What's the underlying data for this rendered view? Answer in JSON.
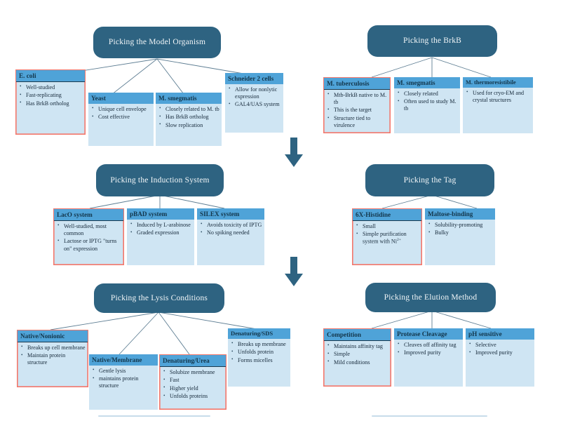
{
  "document": {
    "type": "decision-flowchart",
    "background_color": "#ffffff",
    "palette": {
      "title_pill": "#2E6381",
      "card_header": "#4FA3D8",
      "card_body": "#CFE5F3",
      "highlight_border": "#F4776B",
      "connector_line": "#5E7E93",
      "arrow": "#2E6381"
    }
  },
  "sections": [
    {
      "id": "model-organism",
      "title": "Picking the Model Organism",
      "cards": [
        {
          "header": "E. coli",
          "highlighted": true,
          "bullets": [
            "Well-studied",
            "Fast-replicating",
            "Has BrkB ortholog"
          ]
        },
        {
          "header": "Yeast",
          "highlighted": false,
          "bullets": [
            "Unique cell envelope",
            "Cost effective"
          ]
        },
        {
          "header": "M. smegmatis",
          "highlighted": false,
          "bullets": [
            "Closely related to M. tb",
            "Has BrkB ortholog",
            "Slow replication"
          ]
        },
        {
          "header": "Schneider 2 cells",
          "highlighted": false,
          "bullets": [
            "Allow for nonlytic expression",
            "GAL4/UAS system"
          ]
        }
      ]
    },
    {
      "id": "brkb",
      "title": "Picking the BrkB",
      "cards": [
        {
          "header": "M. tuberculosis",
          "highlighted": true,
          "bullets": [
            "Mtb-BrkB native to M. tb",
            "This is the target",
            "Structure tied to virulence"
          ]
        },
        {
          "header": "M. smegmatis",
          "highlighted": false,
          "bullets": [
            "Closely related",
            "Often used to study M. tb"
          ]
        },
        {
          "header": "M. thermoresistibile",
          "highlighted": false,
          "bullets": [
            "Used for cryo-EM and crystal structures"
          ]
        }
      ]
    },
    {
      "id": "induction-system",
      "title": "Picking the Induction System",
      "cards": [
        {
          "header": "LacO system",
          "highlighted": true,
          "bullets": [
            "Well-studied, most common",
            "Lactose or IPTG \"turns on\" expression"
          ]
        },
        {
          "header": "pBAD system",
          "highlighted": false,
          "bullets": [
            "Induced by L-arabinose",
            "Graded expression"
          ]
        },
        {
          "header": "SILEX system",
          "highlighted": false,
          "bullets": [
            "Avoids toxicity of IPTG",
            "No spiking needed"
          ]
        }
      ]
    },
    {
      "id": "tag",
      "title": "Picking the Tag",
      "cards": [
        {
          "header": "6X-Histidine",
          "highlighted": true,
          "bullets": [
            "Small",
            "Simple purification system with Ni2+"
          ]
        },
        {
          "header": "Maltose-binding",
          "highlighted": false,
          "bullets": [
            "Solubility-promoting",
            "Bulky"
          ]
        }
      ]
    },
    {
      "id": "lysis-conditions",
      "title": "Picking the Lysis Conditions",
      "cards": [
        {
          "header": "Native/Nonionic",
          "highlighted": true,
          "bullets": [
            "Breaks up cell membrane",
            "Maintain protein structure"
          ]
        },
        {
          "header": "Native/Membrane",
          "highlighted": false,
          "bullets": [
            "Gentle lysis",
            "maintains protein structure"
          ]
        },
        {
          "header": "Denaturing/Urea",
          "highlighted": true,
          "bullets": [
            "Solubize membrane",
            "Fast",
            "Higher yield",
            "Unfolds proteins"
          ]
        },
        {
          "header": "Denaturing/SDS",
          "highlighted": false,
          "bullets": [
            "Breaks up membrane",
            "Unfolds protein",
            "Forms micelles"
          ]
        }
      ]
    },
    {
      "id": "elution-method",
      "title": "Picking the Elution Method",
      "cards": [
        {
          "header": "Competition",
          "highlighted": true,
          "bullets": [
            "Maintains affinity tag",
            "Simple",
            "Mild conditions"
          ]
        },
        {
          "header": "Protease Cleavage",
          "highlighted": false,
          "bullets": [
            "Cleaves off affinity tag",
            "Improved purity"
          ]
        },
        {
          "header": "pH sensitive",
          "highlighted": false,
          "bullets": [
            "Selective",
            "Improved purity"
          ]
        }
      ]
    }
  ],
  "flow_arrows": [
    {
      "id": "arrow-top-to-middle",
      "direction": "down"
    },
    {
      "id": "arrow-middle-to-bottom",
      "direction": "down"
    }
  ]
}
